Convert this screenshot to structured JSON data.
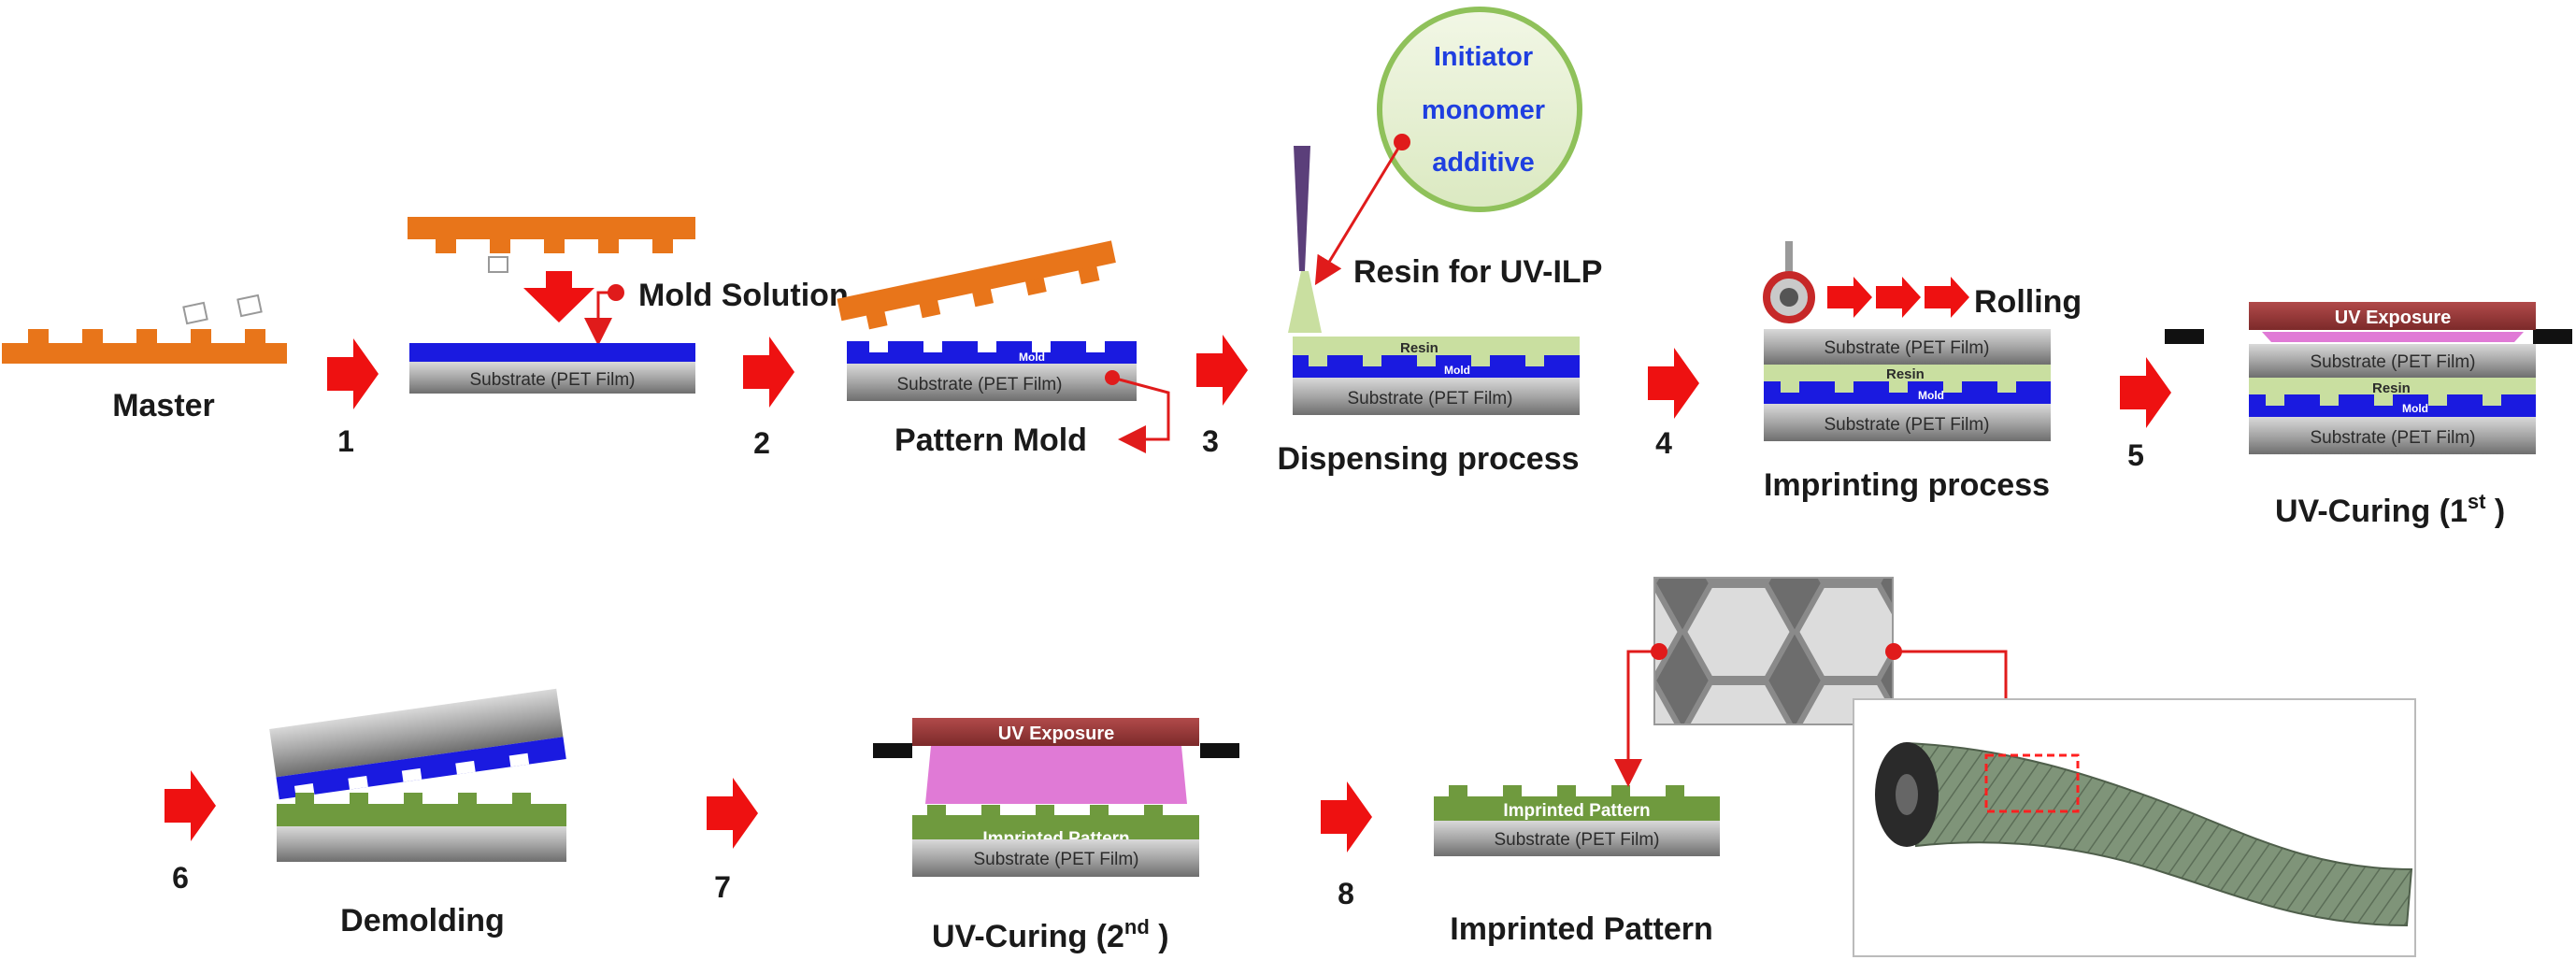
{
  "steps": {
    "master": "Master",
    "mold_solution": "Mold Solution",
    "pattern_mold": "Pattern Mold",
    "resin_for_uv_ilp": "Resin for UV-ILP",
    "dispensing": "Dispensing process",
    "rolling": "Rolling",
    "imprinting": "Imprinting process",
    "uv_curing_1_prefix": "UV-Curing (1",
    "uv_curing_1_sup": "st",
    "uv_curing_1_suffix": " )",
    "demolding": "Demolding",
    "uv_curing_2_prefix": "UV-Curing (2",
    "uv_curing_2_sup": "nd",
    "uv_curing_2_suffix": " )",
    "imprinted_pattern": "Imprinted Pattern"
  },
  "numbers": [
    "1",
    "2",
    "3",
    "4",
    "5",
    "6",
    "7",
    "8"
  ],
  "layers": {
    "substrate": "Substrate (PET Film)",
    "mold": "Mold",
    "resin": "Resin",
    "uv_exposure": "UV Exposure",
    "imprinted_pattern": "Imprinted Pattern"
  },
  "bubble": {
    "line1": "Initiator",
    "line2": "monomer",
    "line3": "additive"
  },
  "colors": {
    "master_orange": "#e8751a",
    "mold_blue": "#1a1ae0",
    "substrate_gray": "#9a9a9a",
    "resin_green": "#c9dfa0",
    "uv_red_brown": "#9b3b3b",
    "uv_pink": "#e07ad6",
    "pattern_green": "#6f9a3e",
    "arrow_red": "#ee1111"
  }
}
